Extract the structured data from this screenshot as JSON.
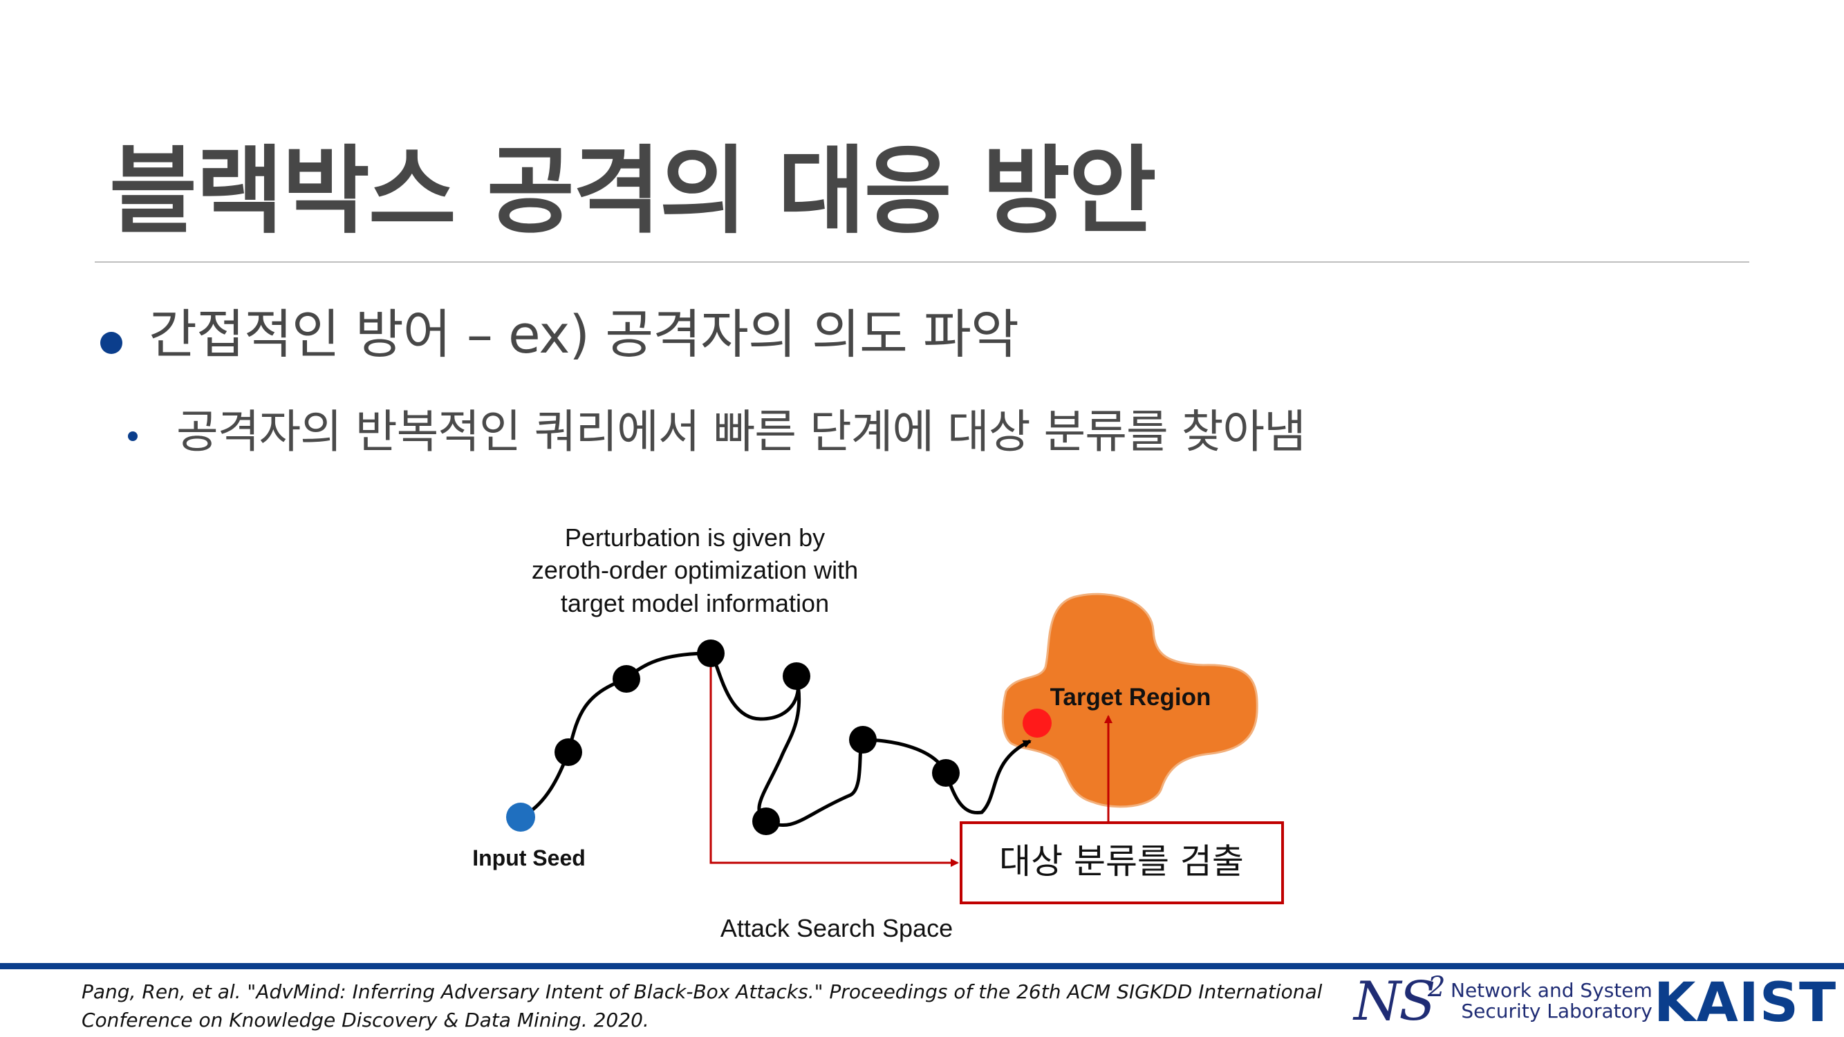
{
  "slide": {
    "title": "블랙박스 공격의 대응 방안",
    "bullet_level1": "간접적인 방어 – ex) 공격자의 의도 파악",
    "bullet_level2": "공격자의 반복적인 쿼리에서 빠른 단계에 대상 분류를 찾아냄"
  },
  "diagram": {
    "perturbation_caption": [
      "Perturbation is given by",
      "zeroth-order optimization with",
      "target model information"
    ],
    "input_seed_label": "Input Seed",
    "target_region_label": "Target Region",
    "detect_box_label": "대상 분류를 검출",
    "search_space_label": "Attack Search Space",
    "colors": {
      "input_seed": "#1f6fbf",
      "query_point": "#000000",
      "target_region": "#ee7b27",
      "target_point": "#ff1a1a",
      "annotation": "#c00000"
    }
  },
  "footer": {
    "citation_line1": "Pang, Ren, et al. \"AdvMind: Inferring Adversary Intent of Black-Box Attacks.\" Proceedings of the 26th ACM SIGKDD International",
    "citation_line2": "Conference on Knowledge Discovery & Data Mining. 2020.",
    "logo_ns": "NS",
    "logo_sup": "2",
    "lab_line1": "Network and System",
    "lab_line2": "Security Laboratory",
    "logo_kaist": "KAIST",
    "accent_color": "#0b3e8c"
  }
}
